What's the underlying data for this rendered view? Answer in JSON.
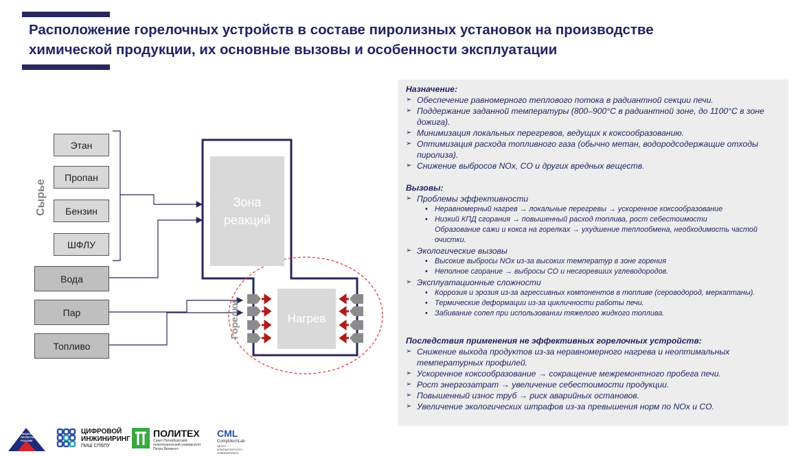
{
  "title": {
    "line1": "Расположение горелочных устройств в составе пиролизных установок на производстве",
    "line2": "химической продукции,  их основные вызовы и особенности эксплуатации"
  },
  "diagram": {
    "feed_label": "Сырье",
    "feeds": [
      "Этан",
      "Пропан",
      "Бензин",
      "ШФЛУ"
    ],
    "inputs": [
      "Вода",
      "Пар",
      "Топливо"
    ],
    "reaction_zone": [
      "Зона",
      "реакций"
    ],
    "burners_label": "Горелки",
    "heating_label": "Нагрев",
    "colors": {
      "outline": "#27275e",
      "arrow": "#b01a1a",
      "burner": "#8c8c8c",
      "ellipse": "#e0302a"
    }
  },
  "panel": {
    "purpose_head": "Назначение:",
    "purpose": [
      "Обеспечение равномерного теплового потока в радиантной секции печи.",
      "Поддержание заданной температуры (800–900°C в радиантной зоне, до 1100°C в зоне дожига).",
      "Минимизация локальных перегревов, ведущих к коксообразованию.",
      "Оптимизация расхода топливного газа (обычно метан, водородсодержащие отходы пиролиза).",
      "Снижение выбросов NOx, CO и других вредных веществ."
    ],
    "challenges_head": "Вызовы:",
    "efficiency_head": "Проблемы эффективности",
    "efficiency": [
      "Неравномерный нагрев → локальные перегревы → ускоренное коксообразование",
      "Низкий КПД сгорания → повышенный расход топлива, рост себестоимости"
    ],
    "efficiency_extra": "Образование сажи и кокса на горелках → ухудшение теплообмена, необходимость частой очистки.",
    "ecology_head": "Экологические вызовы",
    "ecology": [
      "Высокие выбросы NOx из-за высоких температур в зоне горения",
      "Неполное сгорание → выбросы CO и несгоревших углеводородов."
    ],
    "operation_head": "Эксплуатационные сложности",
    "operation": [
      "Коррозия и эрозия из-за агрессивных компонентов в топливе (сероводород, меркаптаны).",
      "Термические деформации из-за цикличности работы печи.",
      "Забивание сопел при использовании тяжелого жидкого топлива."
    ],
    "consequences_head": "Последствия применения не эффективных горелочных устройств:",
    "consequences": [
      "Снижение выхода продуктов из-за неравномерного нагрева и неоптимальных температурных профилей.",
      "Ускоренное коксообразование → сокращение межремонтного пробега печи.",
      "Рост энергозатрат → увеличение себестоимости продукции.",
      "Повышенный износ труб → риск аварийных остановов.",
      "Увеличение экологических штрафов из-за превышения норм по NOx и CO."
    ]
  },
  "logos": {
    "np_text": "НАЦИОНАЛЬНЫЕ ПРОЕКТЫ РОССИИ",
    "ci_line1": "ЦИФРОВОЙ",
    "ci_line2": "ИНЖИНИРИНГ",
    "ci_line3": "ПИШ СПбПУ",
    "politeh": "ПОЛИТЕХ",
    "politeh_sub": "Санкт-Петербургский политехнический университет Петра Великого",
    "cml": "CML",
    "cml_sub": "CompMechLab",
    "cml_small": "ЦЕНТР КОМПЬЮТЕРНОГО ИНЖИНИРИНГА"
  }
}
